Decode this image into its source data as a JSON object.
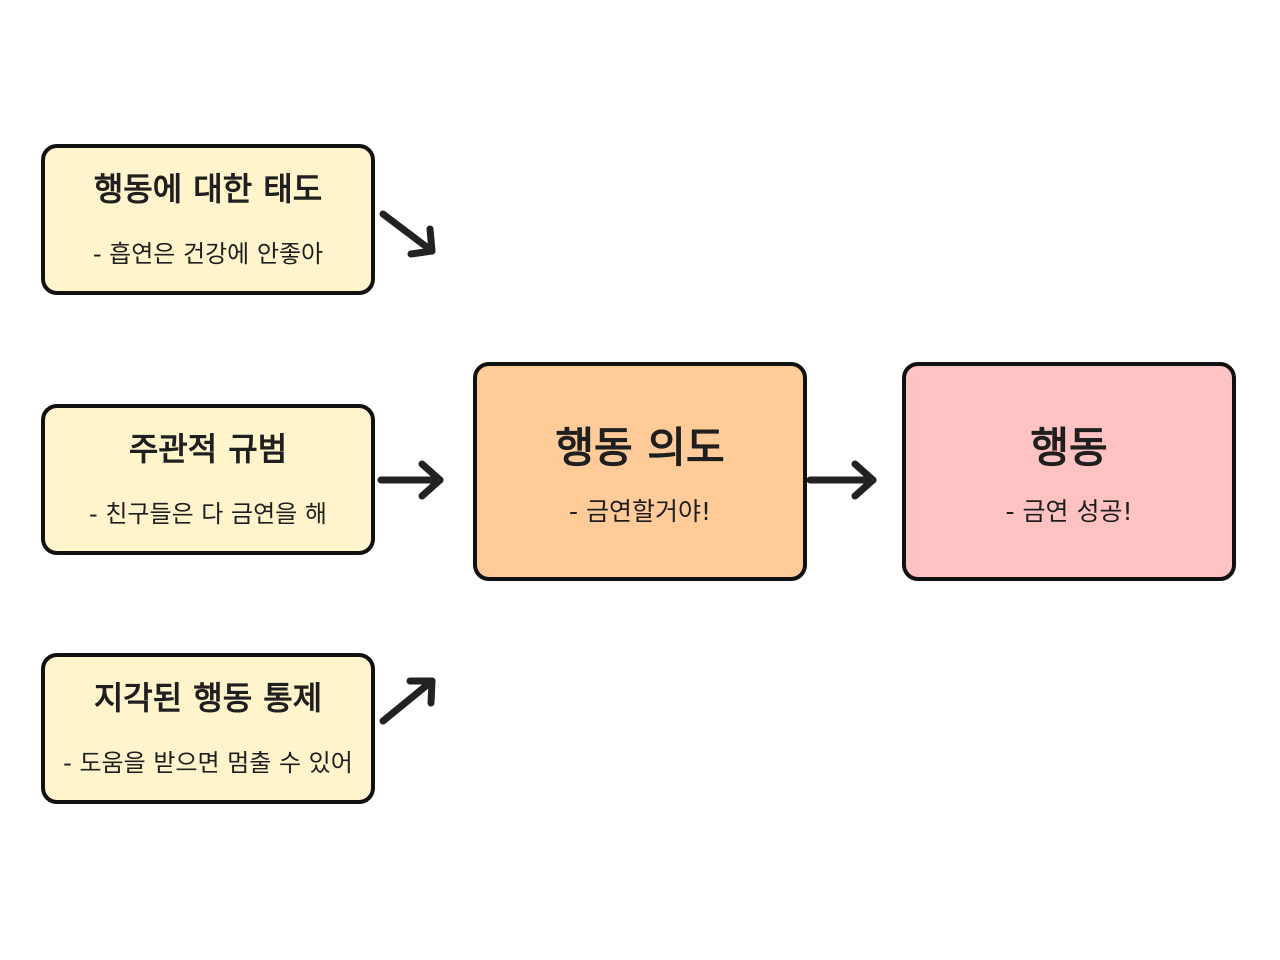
{
  "factors": [
    {
      "title": "행동에 대한 태도",
      "subtitle": "- 흡연은 건강에 안좋아"
    },
    {
      "title": "주관적 규범",
      "subtitle": "- 친구들은 다 금연을 해"
    },
    {
      "title": "지각된 행동 통제",
      "subtitle": "- 도움을 받으면 멈출 수 있어"
    }
  ],
  "intention": {
    "title": "행동 의도",
    "subtitle": "- 금연할거야!"
  },
  "behavior": {
    "title": "행동",
    "subtitle": "- 금연 성공!"
  },
  "colors": {
    "factor_fill": "#FFF4CC",
    "intention_fill": "#FFCC99",
    "behavior_fill": "#FFC2C2",
    "border": "#111111",
    "arrow": "#222222"
  }
}
